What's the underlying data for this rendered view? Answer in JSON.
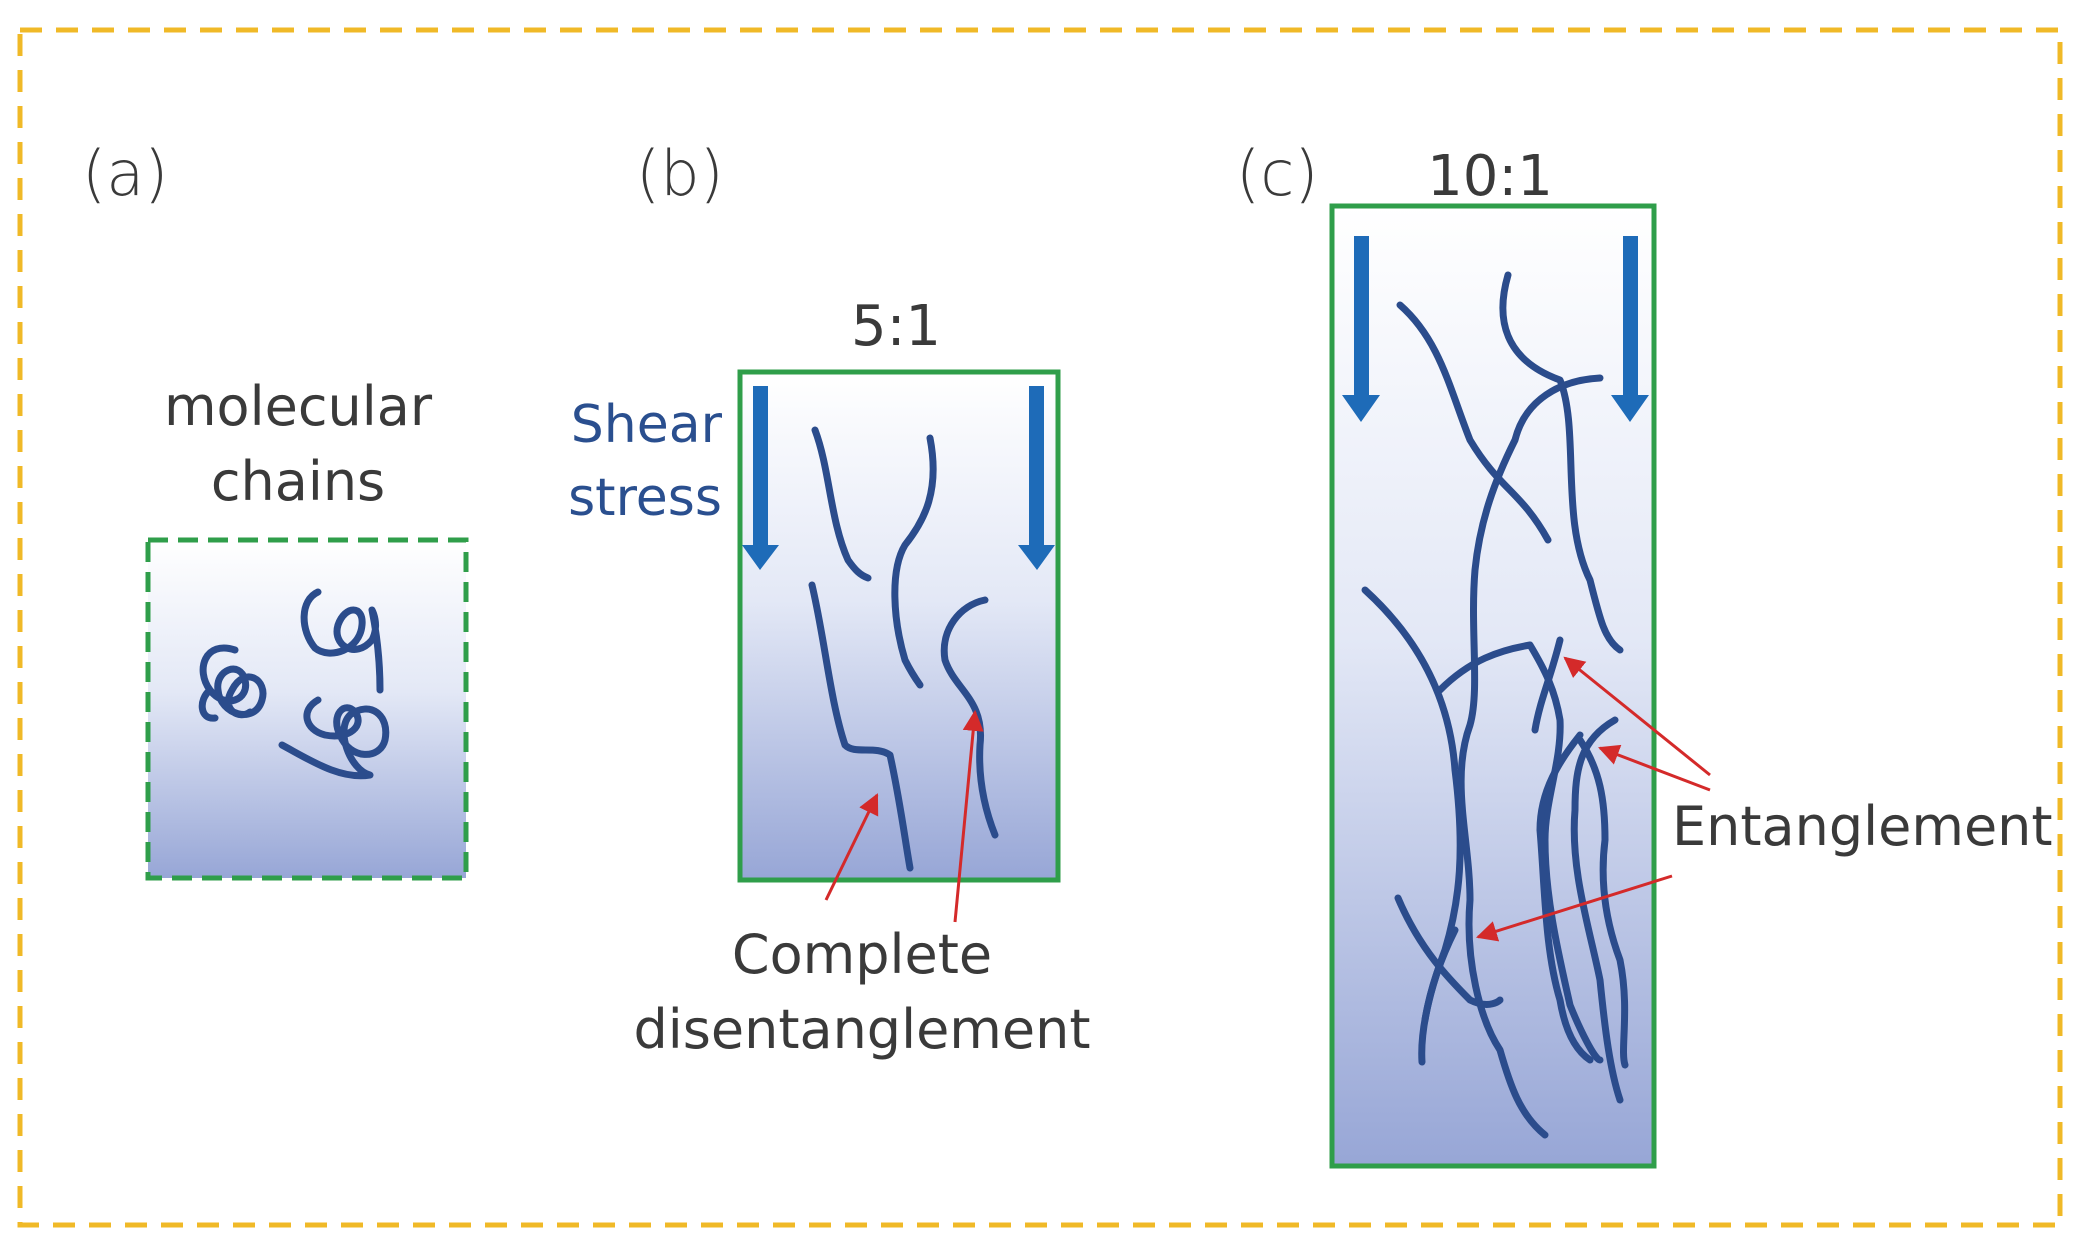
{
  "panels": {
    "a": {
      "letter": "(a)",
      "caption_line1": "molecular",
      "caption_line2": "chains"
    },
    "b": {
      "letter": "(b)",
      "ratio": "5:1",
      "shear_line1": "Shear",
      "shear_line2": "stress",
      "caption_line1": "Complete",
      "caption_line2": "disentanglement"
    },
    "c": {
      "letter": "(c)",
      "ratio": "10:1",
      "annotation": "Entanglement"
    }
  },
  "colors": {
    "outer_border": "#f0b927",
    "box_border": "#2f9e4a",
    "chain": "#2b4c8c",
    "arrow": "#1e6bb8",
    "pointer": "#d42a2a",
    "gradient_top": "#ffffff",
    "gradient_bottom": "#9aa9d8"
  }
}
